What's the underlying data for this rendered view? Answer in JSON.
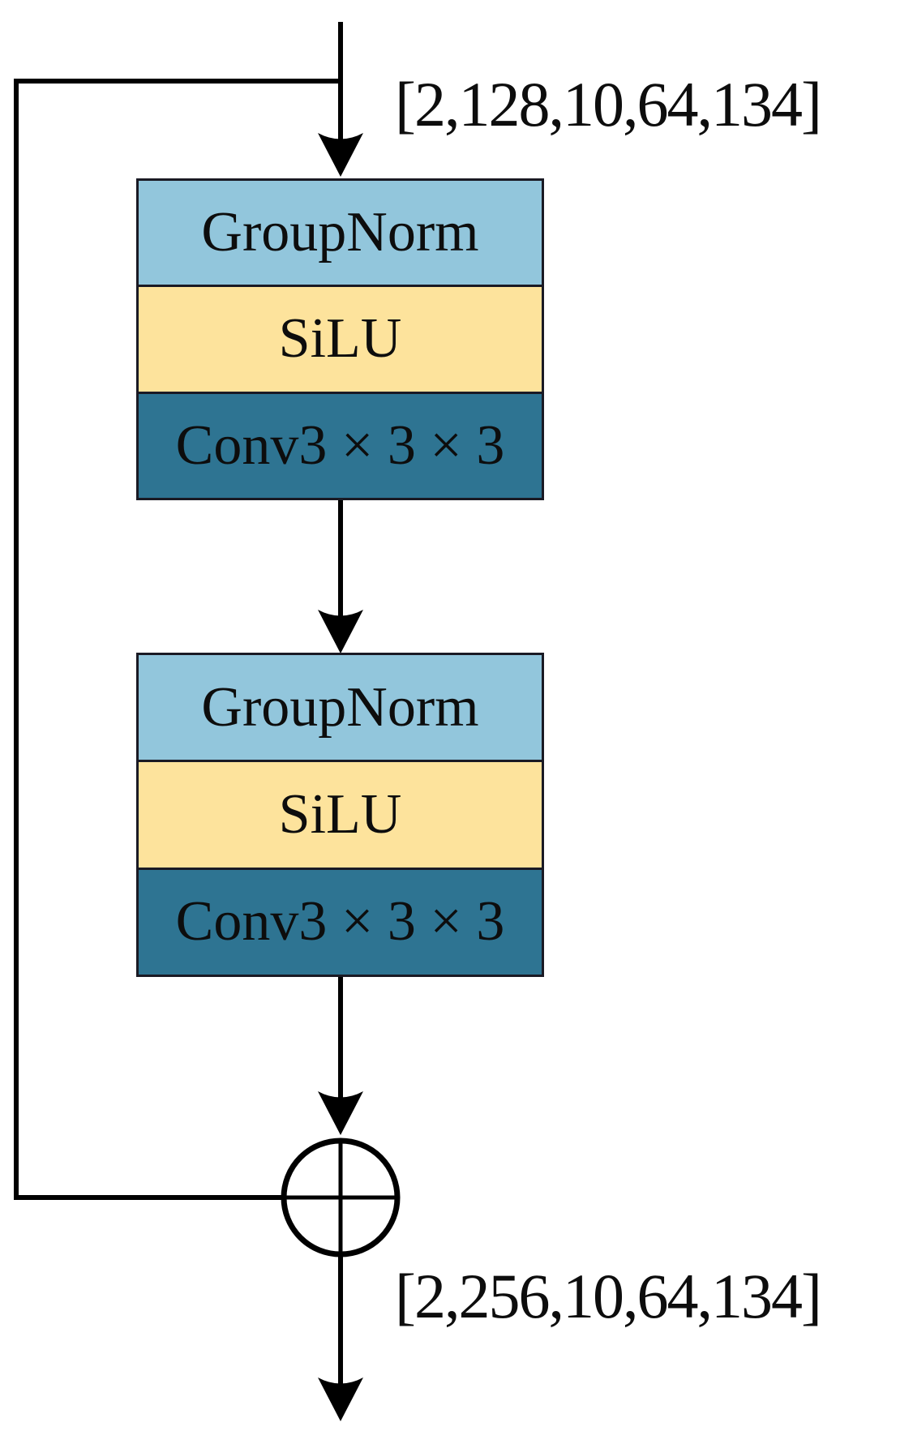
{
  "figure": {
    "type": "residual-block-diagram",
    "input_shape_label": "[2,128,10,64,134]",
    "output_shape_label": "[2,256,10,64,134]",
    "merge_operator_symbol": "⊕",
    "blocks": [
      {
        "layers": [
          {
            "label": "GroupNorm",
            "color": "#92C6DC"
          },
          {
            "label": "SiLU",
            "color": "#FDE39C"
          },
          {
            "label": "Conv3 × 3 × 3",
            "color": "#2E7492"
          }
        ]
      },
      {
        "layers": [
          {
            "label": "GroupNorm",
            "color": "#92C6DC"
          },
          {
            "label": "SiLU",
            "color": "#FDE39C"
          },
          {
            "label": "Conv3 × 3 × 3",
            "color": "#2E7492"
          }
        ]
      }
    ],
    "colors": {
      "groupnorm_fill": "#92C6DC",
      "silu_fill": "#FDE39C",
      "conv_fill": "#2E7492",
      "line": "#000000",
      "border": "#1A1A24",
      "background": "#FFFFFF",
      "text": "#0D0D0D"
    }
  }
}
